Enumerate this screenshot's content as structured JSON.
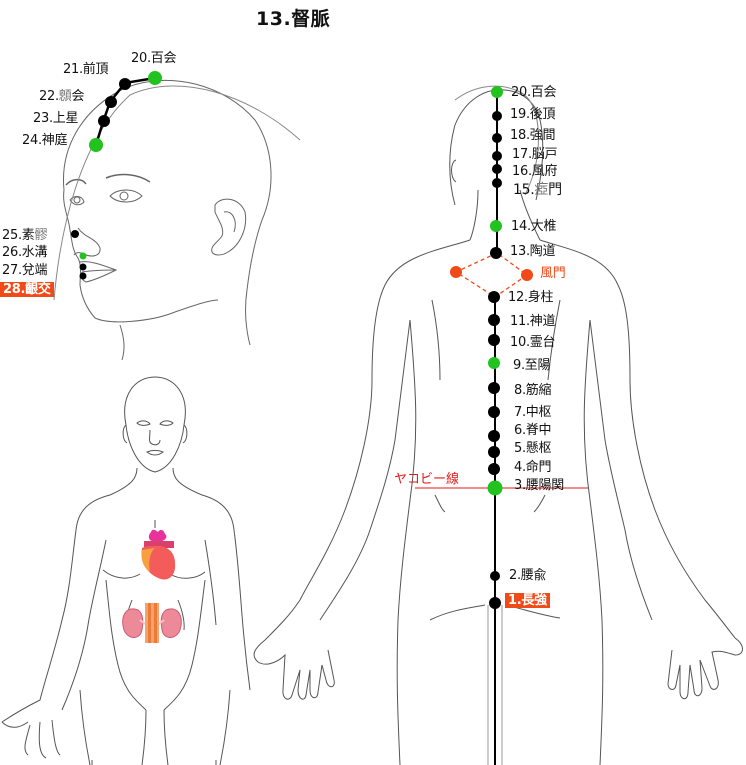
{
  "title": "13.督脈",
  "colors": {
    "dot_black": "#000000",
    "dot_green": "#22c21f",
    "dot_red": "#f04a18",
    "highlight_bg": "#f04a18",
    "jacoby_line": "#e51a1a",
    "outline": "#555555"
  },
  "head_side": {
    "points": [
      {
        "no": "20",
        "label": "20.百会",
        "color": "green"
      },
      {
        "no": "21",
        "label": "21.前頂",
        "color": "black"
      },
      {
        "no": "22",
        "label_a": "22.",
        "label_b": "顖",
        "label_c": "会",
        "color": "black"
      },
      {
        "no": "23",
        "label": "23.上星",
        "color": "black"
      },
      {
        "no": "24",
        "label": "24.神庭",
        "color": "green"
      }
    ]
  },
  "face": {
    "points": [
      {
        "no": "25",
        "label_a": "25.素",
        "label_b": "髎",
        "color": "black"
      },
      {
        "no": "26",
        "label": "26.水溝",
        "color": "green"
      },
      {
        "no": "27",
        "label": "27.兌端",
        "color": "black"
      },
      {
        "no": "28",
        "label": "28.齦交",
        "color": "black",
        "highlight": true
      }
    ]
  },
  "back": {
    "points": [
      {
        "no": "20",
        "label": "20.百会",
        "color": "green"
      },
      {
        "no": "19",
        "label": "19.後頂",
        "color": "black"
      },
      {
        "no": "18",
        "label": "18.強間",
        "color": "black"
      },
      {
        "no": "17",
        "label": "17.脳戸",
        "color": "black"
      },
      {
        "no": "16",
        "label": "16.風府",
        "color": "black"
      },
      {
        "no": "15",
        "label_a": "15.",
        "label_b": "瘂",
        "label_c": "門",
        "color": "black"
      },
      {
        "no": "14",
        "label": "14.大椎",
        "color": "green"
      },
      {
        "no": "13",
        "label": "13.陶道",
        "color": "black"
      },
      {
        "no": "12",
        "label": "12.身柱",
        "color": "black"
      },
      {
        "no": "11",
        "label": "11.神道",
        "color": "black"
      },
      {
        "no": "10",
        "label": "10.霊台",
        "color": "black"
      },
      {
        "no": "9",
        "label": "9.至陽",
        "color": "green"
      },
      {
        "no": "8",
        "label": "8.筋縮",
        "color": "black"
      },
      {
        "no": "7",
        "label": "7.中枢",
        "color": "black"
      },
      {
        "no": "6",
        "label": "6.脊中",
        "color": "black"
      },
      {
        "no": "5",
        "label": "5.懸枢",
        "color": "black"
      },
      {
        "no": "4",
        "label": "4.命門",
        "color": "black"
      },
      {
        "no": "3",
        "label": "3.腰陽関",
        "color": "green"
      },
      {
        "no": "2",
        "label": "2.腰兪",
        "color": "black"
      },
      {
        "no": "1",
        "label": "1.長強",
        "color": "black",
        "highlight": true
      }
    ],
    "extra": {
      "label": "風門",
      "color": "red"
    },
    "jacoby_line_label": "ヤコビー線"
  },
  "front_body": {
    "organs": [
      "heart",
      "kidneys"
    ]
  }
}
